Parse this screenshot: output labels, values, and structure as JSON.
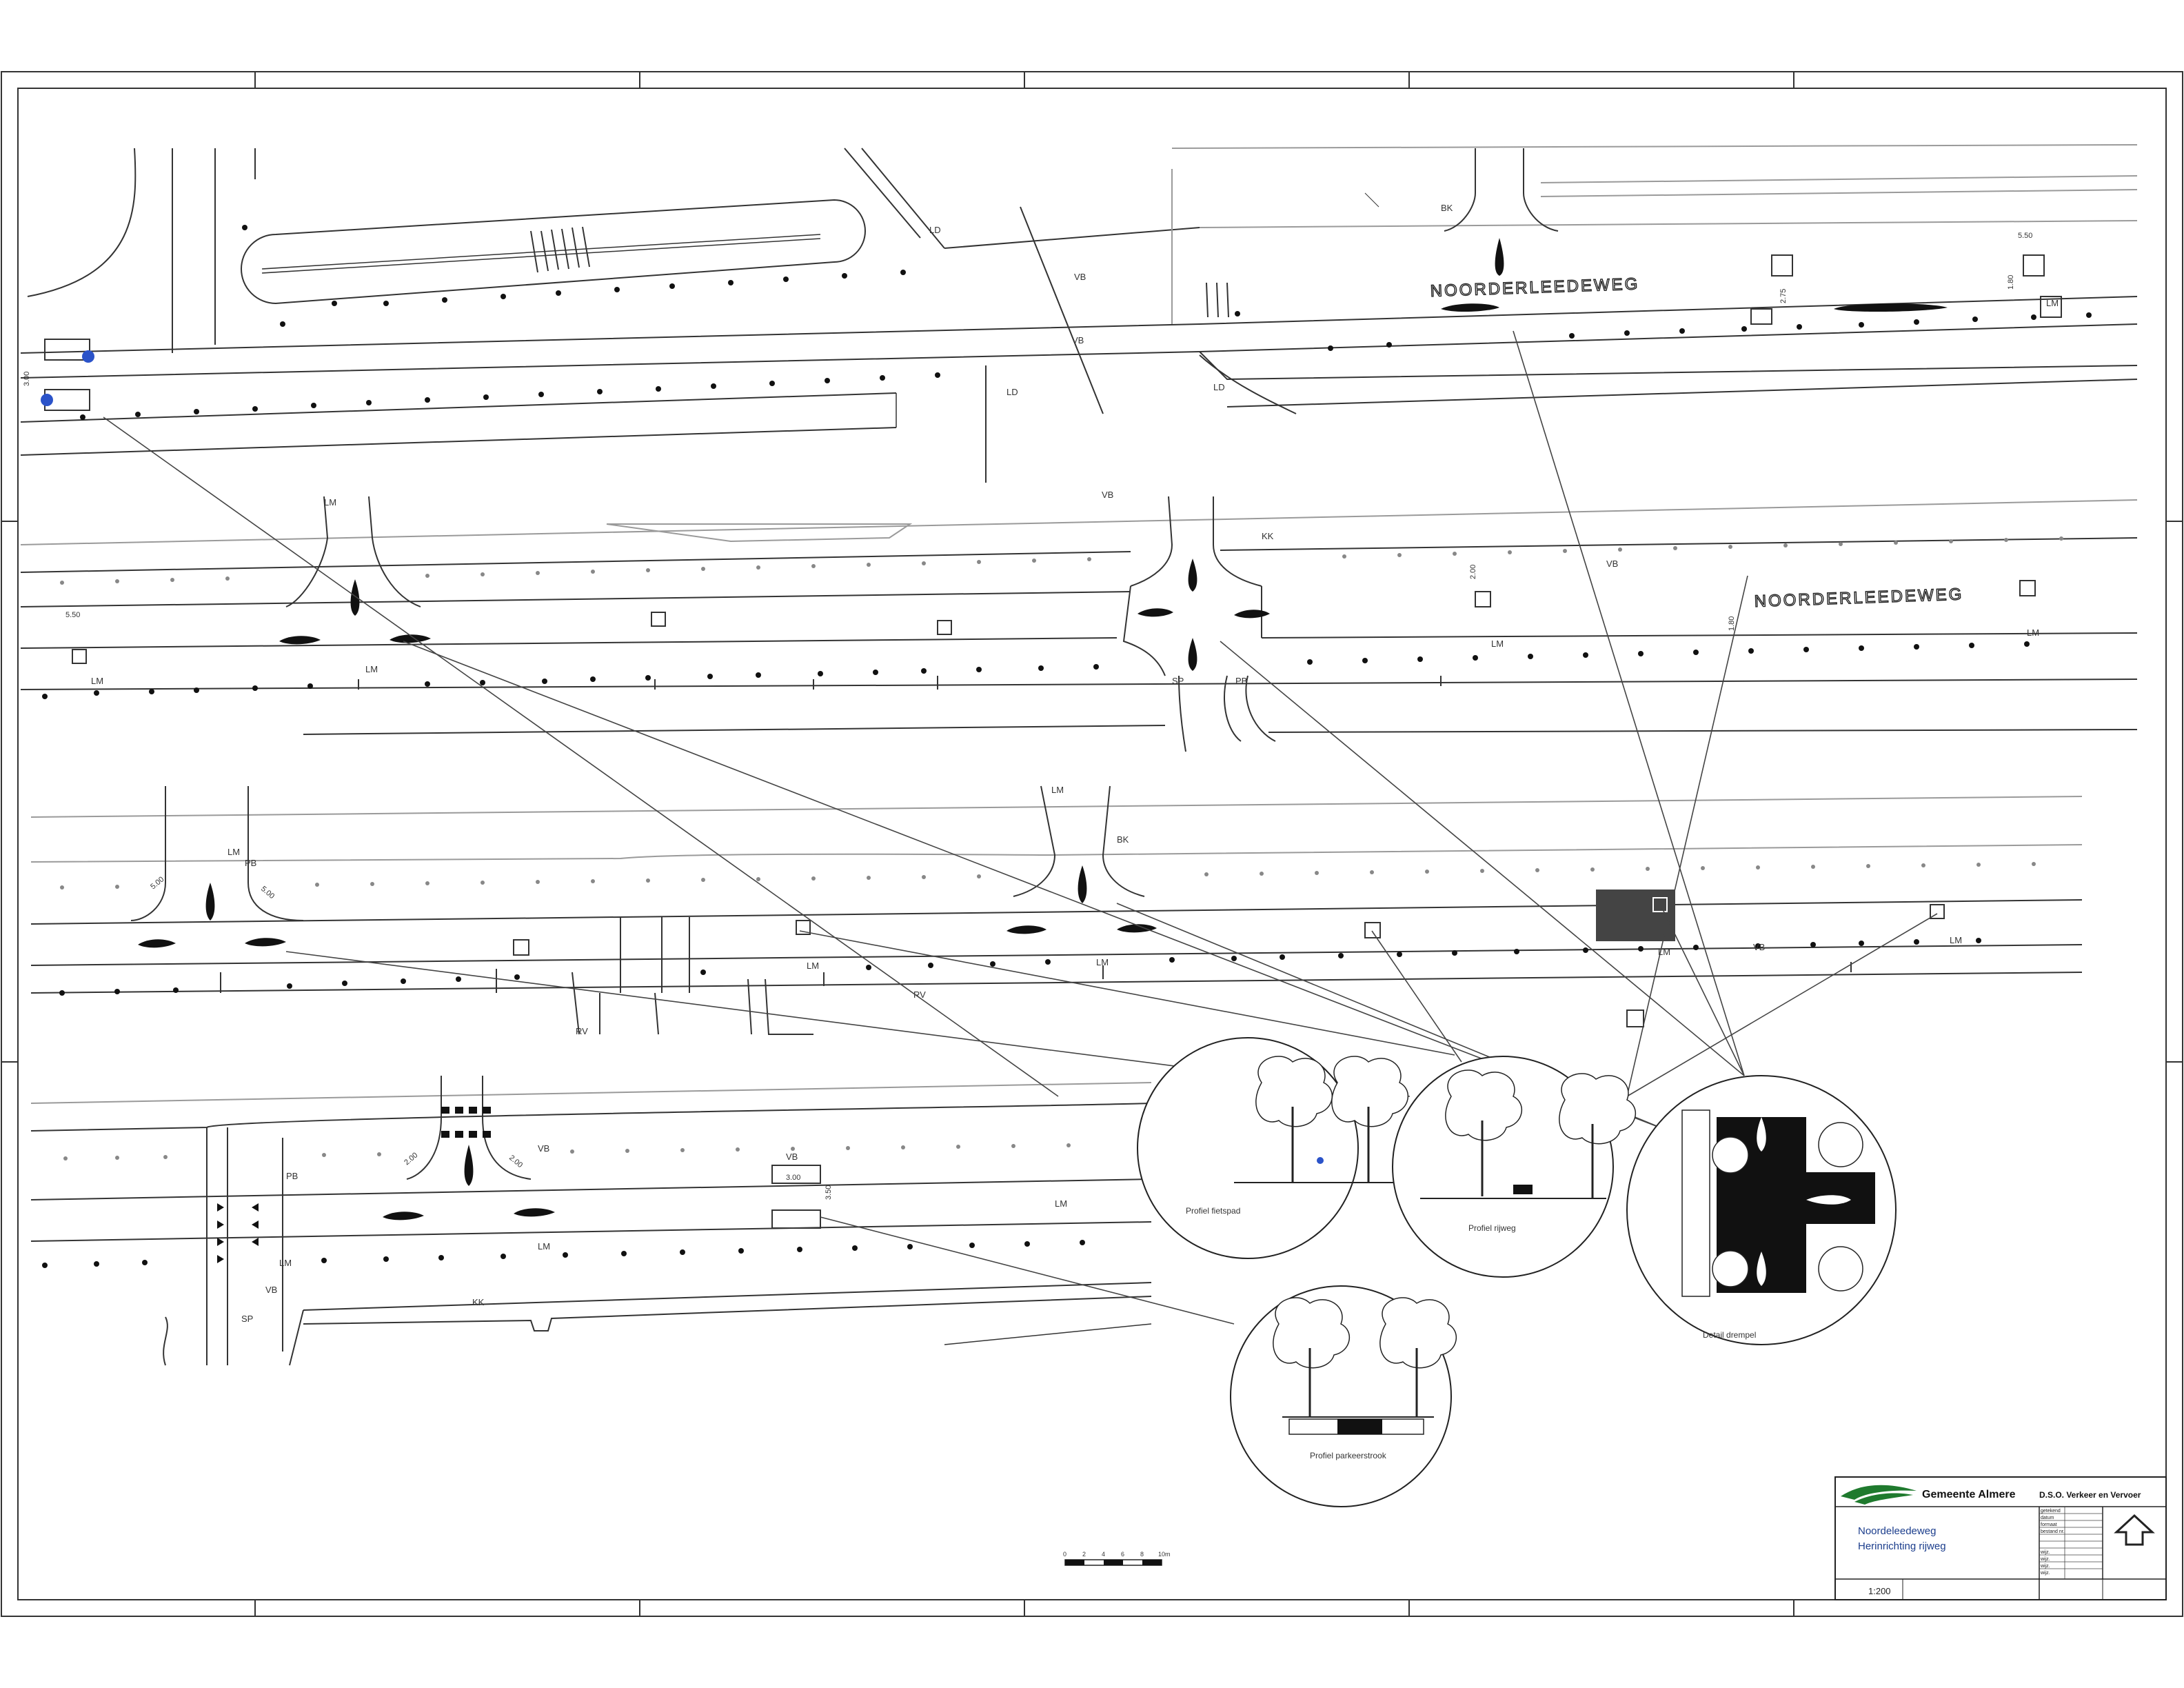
{
  "drawing": {
    "street_name": "NOORDERLEEDEWEG",
    "marker_labels": [
      "LD",
      "VB",
      "LM",
      "KK",
      "BK",
      "RV",
      "SP",
      "PB"
    ],
    "rows": [
      {
        "id": "top",
        "markers": [
          "LD",
          "VB",
          "LD",
          "VB",
          "BK",
          "LM",
          "LD"
        ]
      },
      {
        "id": "second",
        "markers": [
          "LM",
          "LM",
          "VB",
          "LM",
          "KK",
          "VB",
          "LM",
          "LM",
          "PB",
          "SP"
        ]
      },
      {
        "id": "third",
        "markers": [
          "LM",
          "PB",
          "LM",
          "LM",
          "LM",
          "RV",
          "RV",
          "BK",
          "LM",
          "VB",
          "LM"
        ]
      },
      {
        "id": "bottom",
        "markers": [
          "VB",
          "PB",
          "LM",
          "VB",
          "LM",
          "LM",
          "VB",
          "KK",
          "SP"
        ]
      }
    ],
    "dimension_labels": [
      "3.00",
      "5.00",
      "2.00",
      "5.50",
      "1.80",
      "2.75",
      "3.50"
    ]
  },
  "details": {
    "cross_section_a": {
      "name": "Profiel fietspad"
    },
    "cross_section_b": {
      "name": "Profiel rijweg"
    },
    "cross_section_c": {
      "name": "Profiel parkeerstrook"
    },
    "plan_detail": {
      "name": "Detail drempel"
    }
  },
  "scale_bar": {
    "ticks": [
      "0",
      "2",
      "4",
      "6",
      "8",
      "10m"
    ]
  },
  "title_block": {
    "organisation": "Gemeente Almere",
    "department": "D.S.O. Verkeer en Vervoer",
    "project_line1": "Noordeleedeweg",
    "project_line2": "Herinrichting rijweg",
    "scale": "1:200",
    "meta_rows": [
      "getekend",
      "datum",
      "formaat",
      "bestand nr.",
      "",
      "",
      ""
    ],
    "revision_rows": [
      "wijz.",
      "wijz.",
      "wijz.",
      "wijz."
    ]
  },
  "colors": {
    "line": "#333333",
    "faint_line": "#9a9a9a",
    "fill_dark": "#111111",
    "logo_green": "#1f7a2e",
    "accent_blue": "#2b53c9"
  }
}
